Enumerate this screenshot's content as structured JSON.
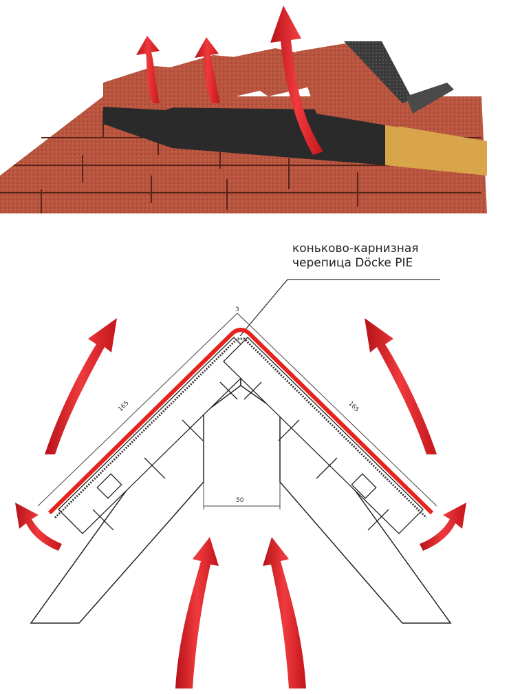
{
  "callout": {
    "line1": "коньково-карнизная",
    "line2": "черепица Döcke PIE"
  },
  "dimensions": {
    "top_gap": "3",
    "left_slope": "165",
    "right_slope": "165",
    "ridge_gap": "50"
  },
  "colors": {
    "arrow": "#e3262b",
    "shingle": "#b8533f",
    "ridge_strip": "#e5241f"
  }
}
